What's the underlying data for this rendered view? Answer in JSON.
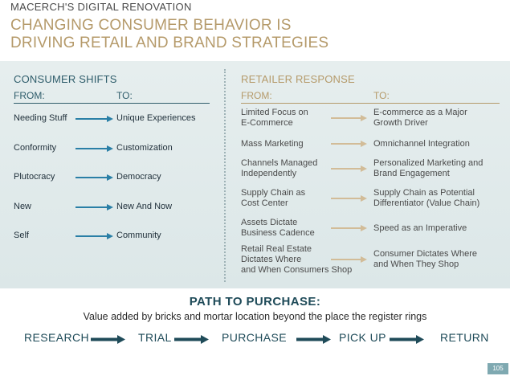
{
  "header": {
    "brand": "MACERCH'S DIGITAL RENOVATION",
    "title_line1": "CHANGING CONSUMER BEHAVIOR IS",
    "title_line2": "DRIVING RETAIL AND BRAND STRATEGIES"
  },
  "consumer_shifts": {
    "heading": "CONSUMER SHIFTS",
    "from_label": "FROM:",
    "to_label": "TO:",
    "rows": [
      {
        "from": "Needing Stuff",
        "to": "Unique Experiences"
      },
      {
        "from": "Conformity",
        "to": "Customization"
      },
      {
        "from": "Plutocracy",
        "to": "Democracy"
      },
      {
        "from": "New",
        "to": "New And Now"
      },
      {
        "from": "Self",
        "to": "Community"
      }
    ]
  },
  "retailer_response": {
    "heading": "RETAILER RESPONSE",
    "from_label": "FROM:",
    "to_label": "TO:",
    "rows": [
      {
        "from": [
          "Limited Focus on",
          "E-Commerce"
        ],
        "to": [
          "E-commerce as a Major",
          "Growth Driver"
        ]
      },
      {
        "from": [
          "Mass Marketing"
        ],
        "to": [
          "Omnichannel Integration"
        ]
      },
      {
        "from": [
          "Channels Managed",
          "Independently"
        ],
        "to": [
          "Personalized Marketing and",
          "Brand Engagement"
        ]
      },
      {
        "from": [
          "Supply Chain as",
          "Cost Center"
        ],
        "to": [
          "Supply Chain as Potential",
          "Differentiator (Value Chain)"
        ]
      },
      {
        "from": [
          "Assets Dictate",
          "Business Cadence"
        ],
        "to": [
          "Speed as an Imperative"
        ]
      },
      {
        "from": [
          "Retail Real Estate",
          "Dictates Where",
          "and When Consumers Shop"
        ],
        "to": [
          "Consumer Dictates Where",
          "and When They Shop"
        ]
      }
    ]
  },
  "path_to_purchase": {
    "title": "PATH TO PURCHASE:",
    "subtitle": "Value added by bricks and mortar location beyond the place the register rings",
    "steps": [
      "RESEARCH",
      "TRIAL",
      "PURCHASE",
      "PICK UP",
      "RETURN"
    ]
  },
  "page_number": "105",
  "colors": {
    "teal": "#2f5d6b",
    "gold": "#b59a6a",
    "arrow_blue": "#2a7fa6",
    "arrow_tan": "#d2bc98",
    "panel": "#e3ecec"
  }
}
